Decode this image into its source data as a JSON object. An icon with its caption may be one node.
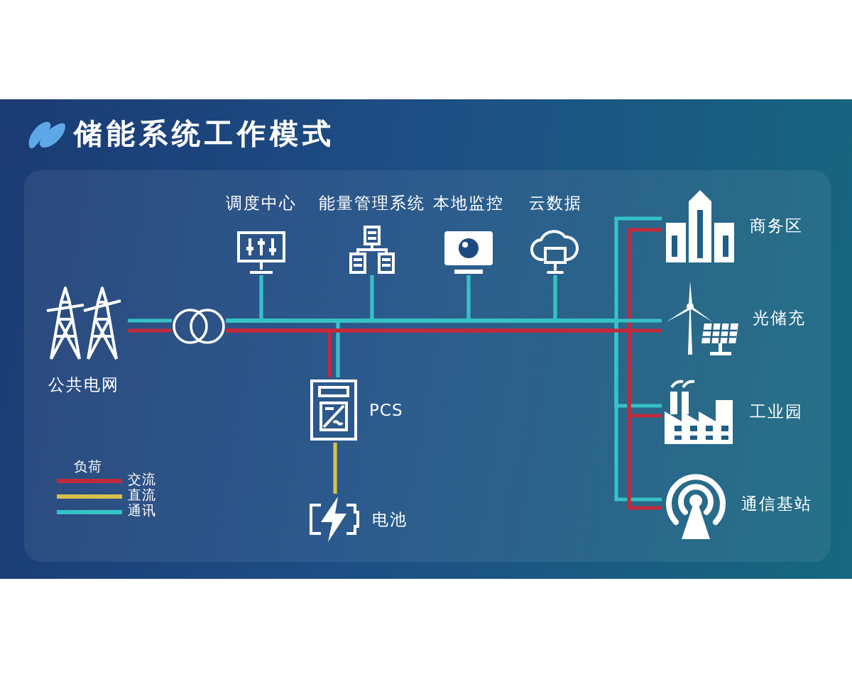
{
  "diagram": {
    "title": "储能系统工作模式",
    "nodes": [
      {
        "text": [
          "公共电网"
        ]
      },
      {
        "text": [],
        "shape": "circle"
      },
      {
        "text": [
          "调度中心"
        ]
      },
      {
        "text": [
          "能量管理系统"
        ]
      },
      {
        "text": [
          "本地监控"
        ]
      },
      {
        "text": [
          "云数据"
        ]
      },
      {
        "text": [
          "PCS"
        ]
      },
      {
        "text": [
          "电池"
        ]
      },
      {
        "text": [
          "商务区"
        ]
      },
      {
        "text": [
          "光储充"
        ]
      },
      {
        "text": [
          "工业园"
        ]
      },
      {
        "text": [
          "通信基站"
        ]
      }
    ],
    "edges": [
      {
        "from": 0,
        "to": 1,
        "arrow": "none"
      },
      {
        "from": 0,
        "to": 1,
        "arrow": "none",
        "color": "#c12a3c"
      },
      {
        "from": 1,
        "to": 2,
        "arrow": "none"
      },
      {
        "from": 1,
        "to": 3,
        "arrow": "none"
      },
      {
        "from": 1,
        "to": 4,
        "arrow": "none"
      },
      {
        "from": 1,
        "to": 5,
        "arrow": "none"
      },
      {
        "from": 1,
        "to": 6,
        "arrow": "none"
      },
      {
        "from": 1,
        "to": 6,
        "arrow": "none",
        "color": "#c12a3c"
      },
      {
        "from": 6,
        "to": 7,
        "arrow": "none",
        "color": "#d9c04c"
      },
      {
        "from": 1,
        "to": 8,
        "arrow": "none"
      },
      {
        "from": 1,
        "to": 8,
        "arrow": "none",
        "color": "#c12a3c"
      },
      {
        "from": 1,
        "to": 9,
        "arrow": "none"
      },
      {
        "from": 1,
        "to": 9,
        "arrow": "none",
        "color": "#c12a3c"
      },
      {
        "from": 1,
        "to": 10,
        "arrow": "none"
      },
      {
        "from": 1,
        "to": 10,
        "arrow": "none",
        "color": "#c12a3c"
      },
      {
        "from": 1,
        "to": 11,
        "arrow": "none"
      },
      {
        "from": 1,
        "to": 11,
        "arrow": "none",
        "color": "#c12a3c"
      }
    ],
    "labels": [
      "负荷"
    ],
    "legend": [
      {
        "text": "交流"
      },
      {
        "text": "直流"
      },
      {
        "text": "通讯"
      }
    ]
  }
}
